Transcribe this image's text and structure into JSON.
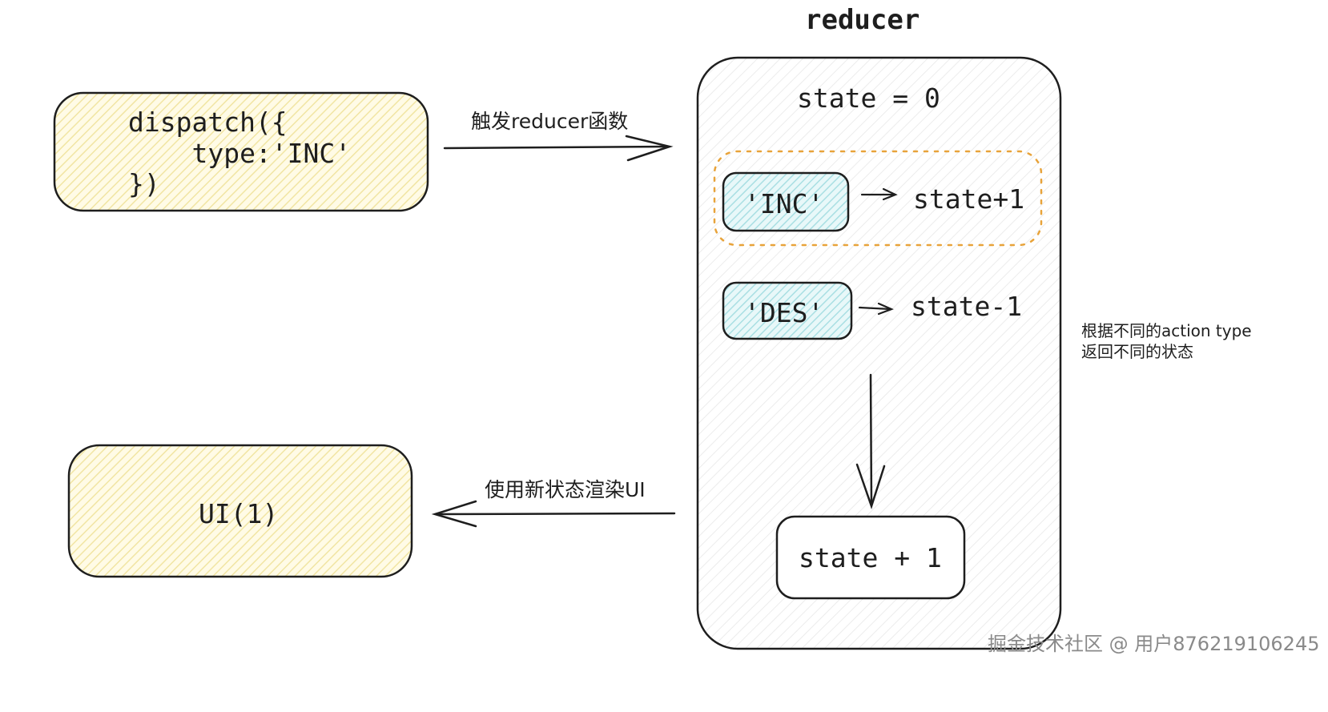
{
  "diagram": {
    "reducer_title": "reducer",
    "dispatch_box": {
      "line1": "dispatch({",
      "line2": "    type:'INC'",
      "line3": "})"
    },
    "arrow_trigger_label": "触发reducer函数",
    "ui_box_label": "UI(1)",
    "arrow_render_label": "使用新状态渲染UI",
    "state_init": "state = 0",
    "inc_chip": "'INC'",
    "inc_result": "state+1",
    "des_chip": "'DES'",
    "des_result": "state-1",
    "result_box": "state + 1",
    "side_note": {
      "line1": "根据不同的action type",
      "line2": "返回不同的状态"
    },
    "watermark": "掘金技术社区 @ 用户876219106245"
  },
  "colors": {
    "stroke": "#1e1e1e",
    "yellow_fill": "#fff6c9",
    "blue_fill": "#c9eef0",
    "dashed_orange": "#e8a33a",
    "hatch_gray": "#d8d8d8"
  }
}
